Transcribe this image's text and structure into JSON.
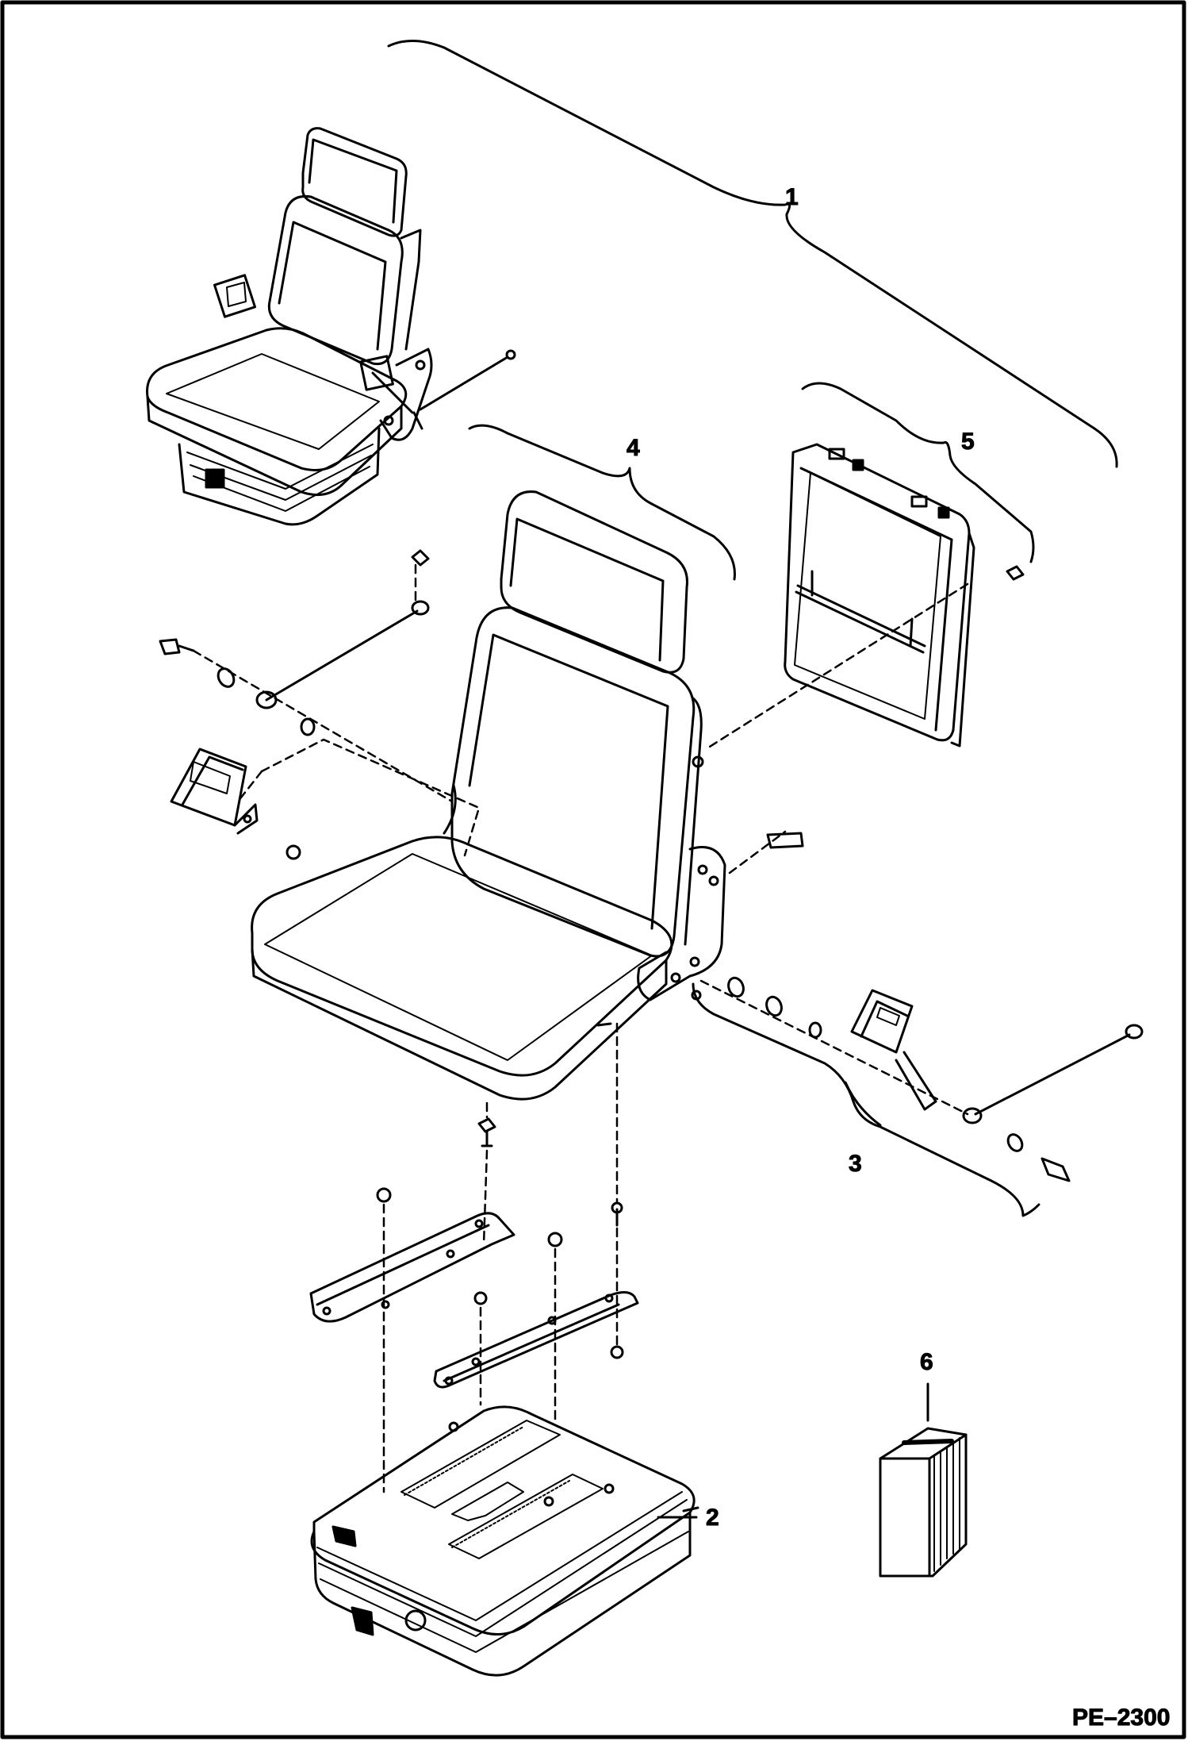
{
  "diagram": {
    "code": "PE–2300",
    "callouts": [
      {
        "id": "1",
        "text": "1"
      },
      {
        "id": "2",
        "text": "2"
      },
      {
        "id": "3",
        "text": "3"
      },
      {
        "id": "4",
        "text": "4"
      },
      {
        "id": "5",
        "text": "5"
      },
      {
        "id": "6",
        "text": "6"
      }
    ]
  }
}
